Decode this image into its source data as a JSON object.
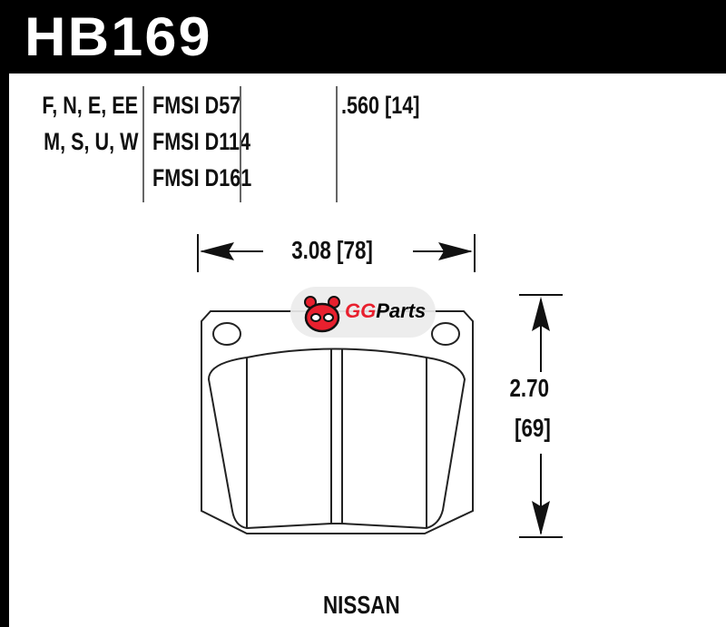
{
  "part_number": "HB169",
  "compounds": [
    "F, N, E, EE",
    "M, S, U, W"
  ],
  "fmsi": [
    "FMSI D57",
    "FMSI D114",
    "FMSI D161"
  ],
  "thickness": ".560 [14]",
  "width_dimension": "3.08 [78]",
  "height_dimension": {
    "inches": "2.70",
    "mm": "[69]"
  },
  "vehicle_make": "NISSAN",
  "watermark": {
    "brand_a": "GG",
    "brand_b": "Parts",
    "color": "#e8202e"
  }
}
